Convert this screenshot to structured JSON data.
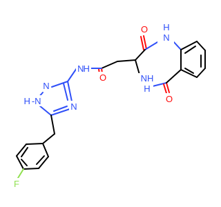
{
  "molecule": {
    "atoms": {
      "o_ketone_top": "O",
      "nh_top": "NH",
      "h_top": "H",
      "n_top": "N",
      "n_amide": "N",
      "h_amide": "H",
      "o_amide": "O",
      "nh_ring_left": "NH",
      "h_ring_left": "H",
      "o_lactam": "O",
      "n_triazole_top": "N",
      "n_triazole_nh": "N",
      "h_triazole": "H",
      "n_triazole_right": "N",
      "f": "F"
    },
    "colors": {
      "carbon": "#000000",
      "oxygen": "#ff0d0d",
      "nitrogen": "#3050f8",
      "fluorine": "#90e050"
    }
  }
}
